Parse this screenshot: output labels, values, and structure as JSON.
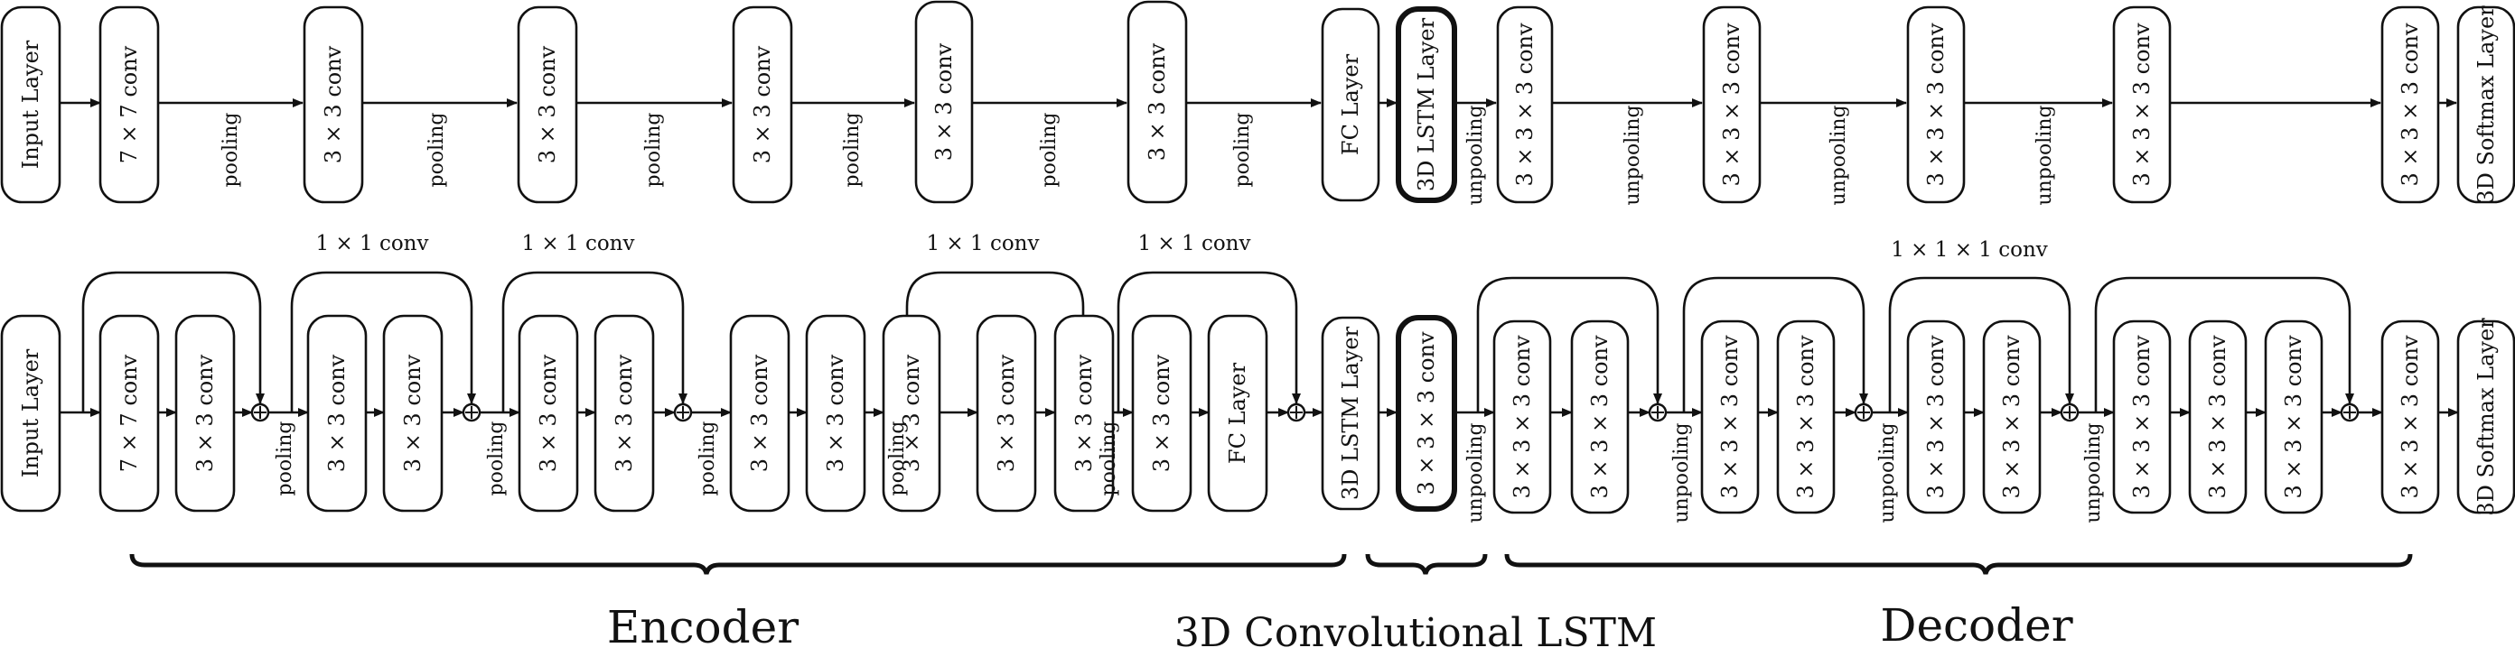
{
  "colors": {
    "stroke": "#111111",
    "background": "#ffffff"
  },
  "top_row": {
    "blocks": [
      "Input Layer",
      "7 × 7 conv",
      "3 × 3 conv",
      "3 × 3 conv",
      "3 × 3 conv",
      "3 × 3 conv",
      "3 × 3 conv",
      "FC Layer",
      "3D LSTM Layer",
      "3 × 3 × 3 conv",
      "3 × 3 × 3 conv",
      "3 × 3 × 3 conv",
      "3 × 3 × 3 conv",
      "3 × 3 × 3 conv",
      "3D Softmax Layer"
    ],
    "edge_labels": [
      "pooling",
      "pooling",
      "pooling",
      "pooling",
      "pooling",
      "pooling",
      "unpooling",
      "unpooling",
      "unpooling",
      "unpooling"
    ]
  },
  "bottom_row": {
    "blocks": [
      "Input Layer",
      "7 × 7 conv",
      "3 × 3 conv",
      "3 × 3 conv",
      "3 × 3 conv",
      "3 × 3 conv",
      "3 × 3 conv",
      "3 × 3 conv",
      "3 × 3 conv",
      "3 × 3 conv",
      "3 × 3 conv",
      "3 × 3 conv",
      "3 × 3 conv",
      "FC Layer",
      "3D LSTM Layer",
      "3 × 3 × 3 conv",
      "3 × 3 × 3 conv",
      "3 × 3 × 3 conv",
      "3 × 3 × 3 conv",
      "3 × 3 × 3 conv",
      "3 × 3 × 3 conv",
      "3 × 3 × 3 conv",
      "3 × 3 × 3 conv",
      "3 × 3 × 3 conv",
      "3 × 3 × 3 conv",
      "3D Softmax Layer"
    ],
    "edge_labels": [
      "pooling",
      "pooling",
      "pooling",
      "pooling",
      "pooling",
      "unpooling",
      "unpooling",
      "unpooling",
      "unpooling"
    ],
    "residual_labels": [
      "1 × 1 conv",
      "1 × 1 conv",
      "1 × 1 conv",
      "1 × 1 conv",
      "1 × 1 × 1 conv"
    ]
  },
  "sections": [
    "Encoder",
    "3D Convolutional LSTM",
    "Decoder"
  ]
}
